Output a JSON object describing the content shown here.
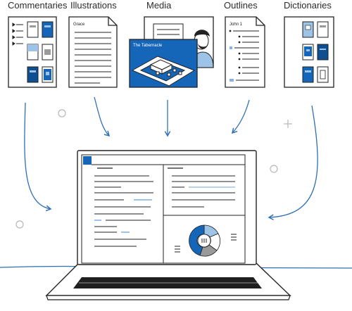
{
  "labels": {
    "commentaries": "Commentaries",
    "illustrations": "Illustrations",
    "media": "Media",
    "outlines": "Outlines",
    "dictionaries": "Dictionaries"
  },
  "illustrations_card": {
    "heading": "Grace"
  },
  "media_card": {
    "caption": "The Tabernacle"
  },
  "outlines_card": {
    "heading": "John 1"
  },
  "colors": {
    "accent_blue": "#1565b8",
    "dark_blue": "#0d4f91",
    "light_blue": "#9dc3e6",
    "ink": "#222222",
    "arrow": "#2f6fb6",
    "decor": "#b8b8b8"
  }
}
